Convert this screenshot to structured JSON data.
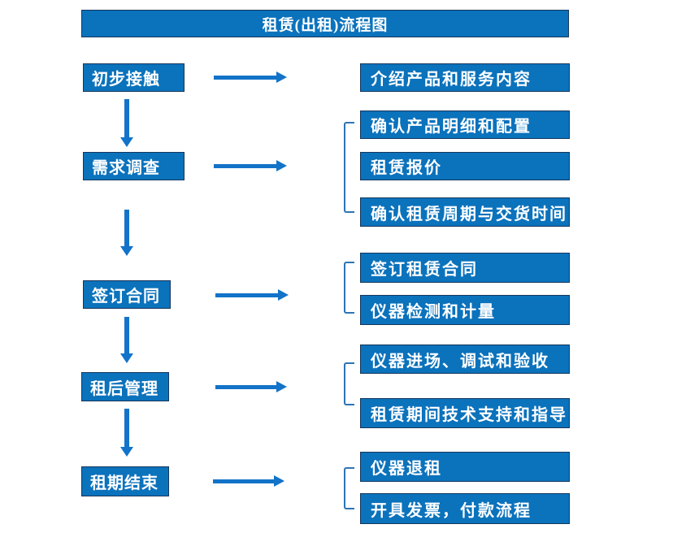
{
  "title": "租赁(出租)流程图",
  "colors": {
    "box_fill": "#0B72BC",
    "box_border": "#16375C",
    "arrow": "#1273C8",
    "bracket": "#2E74B5",
    "text_on_blue": "#FFFFFF",
    "background": "#FFFFFF"
  },
  "steps": [
    {
      "label": "初步接触",
      "outputs": [
        "介绍产品和服务内容"
      ]
    },
    {
      "label": "需求调查",
      "outputs": [
        "确认产品明细和配置",
        "租赁报价",
        "确认租赁周期与交货时间"
      ]
    },
    {
      "label": "签订合同",
      "outputs": [
        "签订租赁合同",
        "仪器检测和计量"
      ]
    },
    {
      "label": "租后管理",
      "outputs": [
        "仪器进场、调试和验收",
        "租赁期间技术支持和指导"
      ]
    },
    {
      "label": "租期结束",
      "outputs": [
        "仪器退租",
        "开具发票，付款流程"
      ]
    }
  ]
}
